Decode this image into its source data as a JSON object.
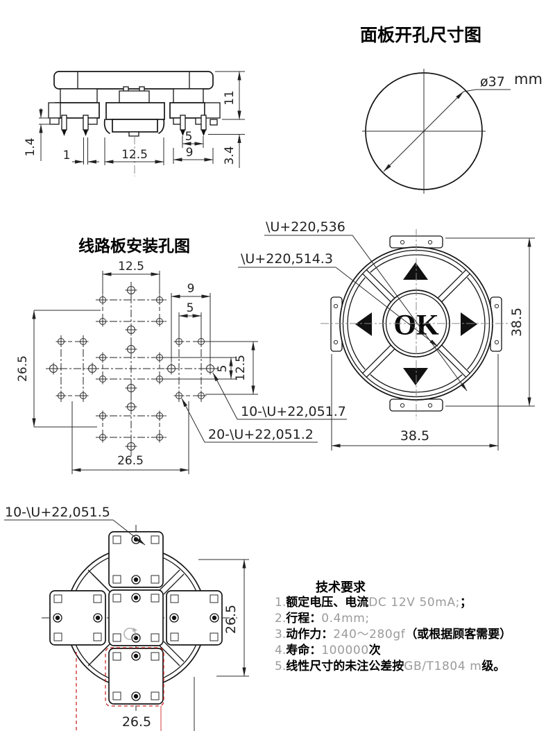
{
  "panel_cutout": {
    "title": "面板开孔尺寸图",
    "diameter": "ø37",
    "unit": "mm"
  },
  "side_view": {
    "dim_total_height": "11",
    "dim_foot_height": "1.4",
    "dim_pin_width": "1",
    "dim_body_width": "12.5",
    "dim_pin_pitch": "5",
    "dim_outer_pitch": "9",
    "dim_pin_length": "3.4"
  },
  "pcb_holes": {
    "title": "线路板安装孔图",
    "dim_top_width": "12.5",
    "dim_right_outer": "9",
    "dim_right_inner": "5",
    "dim_v_small": "5",
    "dim_v_large": "12.5",
    "dim_left_span": "26.5",
    "dim_bottom_span": "26.5",
    "leader_large_holes": "10-\\U+22,051.7",
    "leader_small_holes": "20-\\U+22,051.2"
  },
  "top_view": {
    "ok_label": "OK",
    "leader_outer_dia": "\\U+220,536",
    "leader_inner_dia": "\\U+220,514.3",
    "dim_right": "38.5",
    "dim_bottom": "38.5"
  },
  "back_view": {
    "leader_holes": "10-\\U+22,051.5",
    "dim_right": "26.5",
    "dim_bottom": "26.5"
  },
  "tech": {
    "title": "技术要求",
    "items": [
      {
        "num": "1.",
        "label": "额定电压、电流",
        "value": "DC 12V 50mA;",
        "suffix": "；"
      },
      {
        "num": "2.",
        "label": "行程：",
        "value": "0.4mm;",
        "suffix": ""
      },
      {
        "num": "3.",
        "label": "动作力：",
        "value": "240～280gf",
        "suffix": "（或根据顾客需要）"
      },
      {
        "num": "4.",
        "label": "寿命：",
        "value": "100000",
        "suffix": "次"
      },
      {
        "num": "5.",
        "label": "线性尺寸的未注公差按",
        "value": "GB/T1804  m",
        "suffix": "级。"
      }
    ]
  },
  "colors": {
    "line": "#141414",
    "accent_red": "#e00000",
    "selection_red": "#cc2525",
    "gray_text": "#9b9b9b"
  }
}
